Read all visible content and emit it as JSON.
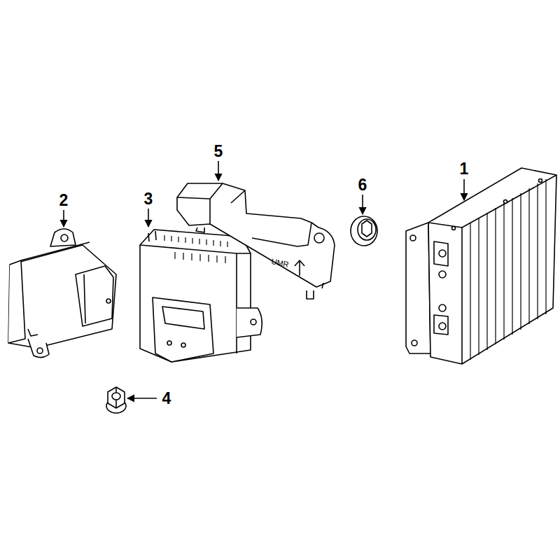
{
  "diagram": {
    "labels": [
      "5",
      "1",
      "6",
      "2",
      "3",
      "UMR",
      "4"
    ]
  }
}
